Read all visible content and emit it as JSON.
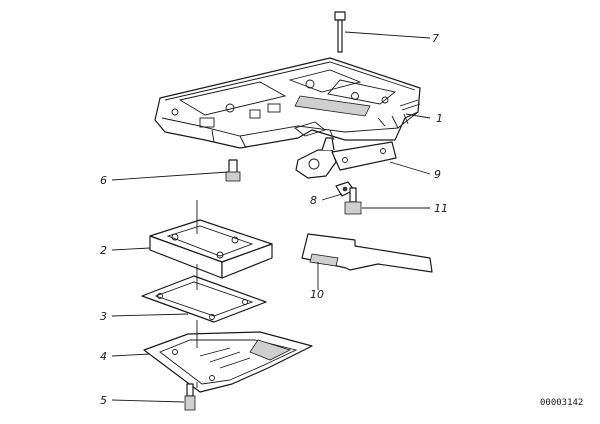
{
  "callouts": {
    "c1": "1",
    "c2": "2",
    "c3": "3",
    "c4": "4",
    "c5": "5",
    "c6": "6",
    "c7": "7",
    "c8": "8",
    "c9": "9",
    "c10": "10",
    "c11": "11"
  },
  "reference_number": "00003142"
}
